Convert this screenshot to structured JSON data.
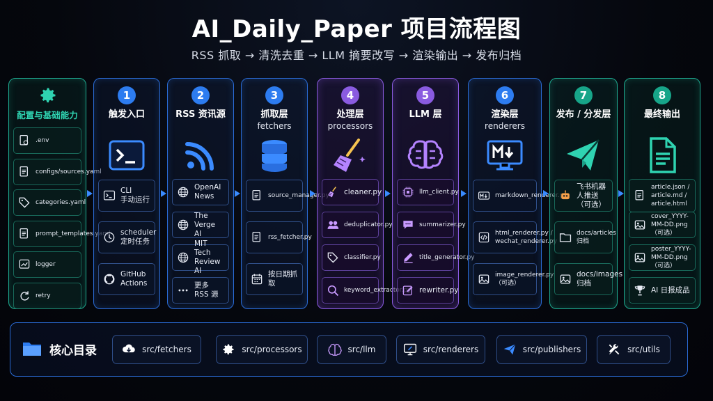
{
  "title": "AI_Daily_Paper 项目流程图",
  "subtitle": "RSS 抓取 → 清洗去重 → LLM 摘要改写 → 渲染输出 → 发布归档",
  "base": {
    "title": "配置与基础能力",
    "items": [
      ".env",
      "configs/sources.yaml",
      "categories.yaml",
      "prompt_templates.yaml",
      "logger",
      "retry"
    ]
  },
  "steps": [
    {
      "num": "1",
      "title": "触发入口",
      "sub": "",
      "items": [
        {
          "l1": "CLI",
          "l2": "手动运行",
          "icon": "terminal-icon"
        },
        {
          "l1": "scheduler",
          "l2": "定时任务",
          "icon": "clock-icon"
        },
        {
          "l1": "GitHub",
          "l2": "Actions",
          "icon": "github-icon"
        }
      ]
    },
    {
      "num": "2",
      "title": "RSS 资讯源",
      "sub": "",
      "items": [
        {
          "l1": "OpenAI News",
          "l2": "",
          "icon": "globe-icon"
        },
        {
          "l1": "The Verge AI",
          "l2": "",
          "icon": "globe-icon"
        },
        {
          "l1": "MIT Tech",
          "l2": "Review AI",
          "icon": "globe-icon"
        },
        {
          "l1": "更多 RSS 源",
          "l2": "",
          "icon": "more-icon"
        }
      ]
    },
    {
      "num": "3",
      "title": "抓取层",
      "sub": "fetchers",
      "items": [
        {
          "l1": "source_manager.py",
          "l2": "",
          "icon": "file-icon"
        },
        {
          "l1": "rss_fetcher.py",
          "l2": "",
          "icon": "file-icon"
        },
        {
          "l1": "按日期抓取",
          "l2": "",
          "icon": "calendar-icon"
        }
      ]
    },
    {
      "num": "4",
      "title": "处理层",
      "sub": "processors",
      "items": [
        {
          "l1": "cleaner.py",
          "l2": "",
          "icon": "broom-icon"
        },
        {
          "l1": "deduplicator.py",
          "l2": "",
          "icon": "users-icon"
        },
        {
          "l1": "classifier.py",
          "l2": "",
          "icon": "tag-icon"
        },
        {
          "l1": "keyword_extractor.py",
          "l2": "",
          "icon": "search-icon"
        }
      ]
    },
    {
      "num": "5",
      "title": "LLM 层",
      "sub": "",
      "items": [
        {
          "l1": "llm_client.py",
          "l2": "",
          "icon": "chip-icon"
        },
        {
          "l1": "summarizer.py",
          "l2": "",
          "icon": "chat-icon"
        },
        {
          "l1": "title_generator.py",
          "l2": "",
          "icon": "pen-icon"
        },
        {
          "l1": "rewriter.py",
          "l2": "",
          "icon": "edit-icon"
        }
      ]
    },
    {
      "num": "6",
      "title": "渲染层",
      "sub": "renderers",
      "items": [
        {
          "l1": "markdown_renderer.py",
          "l2": "",
          "icon": "markdown-icon"
        },
        {
          "l1": "html_renderer.py /",
          "l2": "wechat_renderer.py",
          "icon": "code-icon"
        },
        {
          "l1": "image_renderer.py",
          "l2": "（可选）",
          "icon": "image-icon"
        }
      ]
    },
    {
      "num": "7",
      "title": "发布 / 分发层",
      "sub": "",
      "items": [
        {
          "l1": "飞书机器人推送",
          "l2": "（可选）",
          "icon": "robot-icon"
        },
        {
          "l1": "docs/articles",
          "l2": "归档",
          "icon": "folder-icon"
        },
        {
          "l1": "docs/images",
          "l2": "归档",
          "icon": "image-icon"
        }
      ]
    },
    {
      "num": "8",
      "title": "最终输出",
      "sub": "",
      "items": [
        {
          "l1": "article.json /",
          "l2": "article.md /",
          "l3": "article.html",
          "icon": "file-icon"
        },
        {
          "l1": "cover_YYYY-MM-DD.png",
          "l2": "（可选）",
          "icon": "image-icon"
        },
        {
          "l1": "poster_YYYY-MM-DD.png",
          "l2": "（可选）",
          "icon": "image-icon"
        },
        {
          "l1": "AI 日报成品",
          "l2": "",
          "icon": "trophy-icon"
        }
      ]
    }
  ],
  "core": {
    "title": "核心目录",
    "chips": [
      "src/fetchers",
      "src/processors",
      "src/llm",
      "src/renderers",
      "src/publishers",
      "src/utils"
    ]
  },
  "colors": {
    "blue": "#2d7cf0",
    "teal": "#17a589",
    "purple": "#8a5be0"
  }
}
